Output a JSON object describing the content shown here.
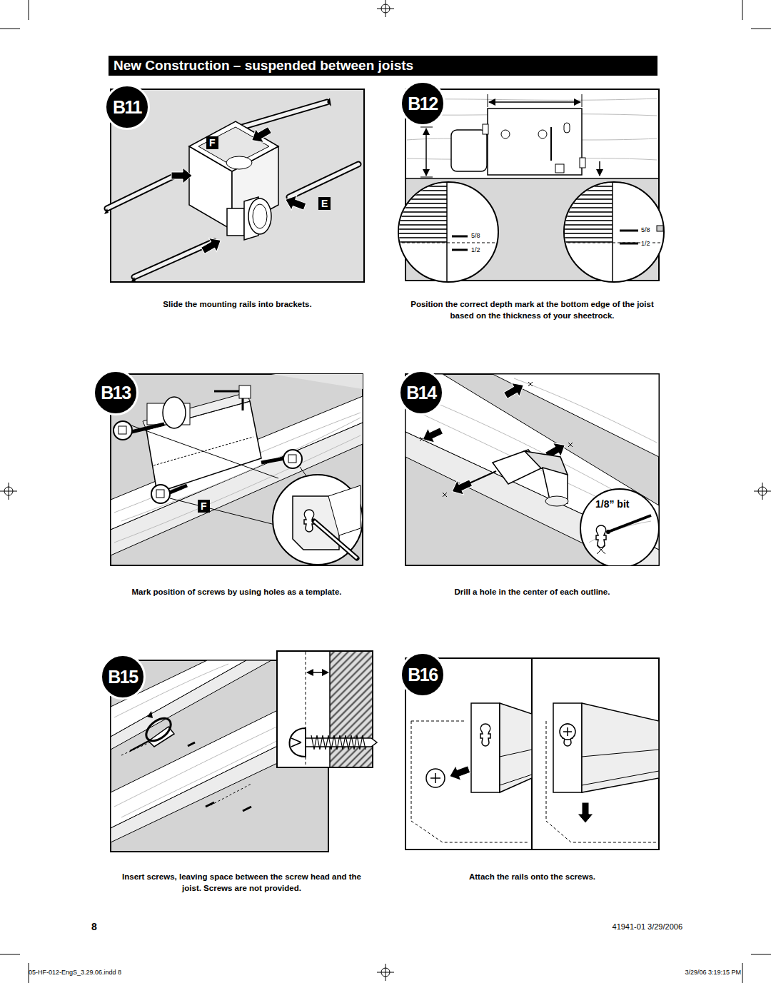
{
  "diagram": {
    "title": "New Construction – suspended between joists",
    "nodes": [
      {
        "text": [
          "B11",
          "Slide the mounting rails into brackets."
        ]
      },
      {
        "text": [
          "B12",
          "Position the correct depth mark at the bottom edge of the joist based on the thickness of your sheetrock."
        ]
      },
      {
        "text": [
          "B13",
          "Mark position of screws by using holes as a template."
        ]
      },
      {
        "text": [
          "B14",
          "Drill a hole in the center of each outline."
        ]
      },
      {
        "text": [
          "B15",
          "Insert screws, leaving space between the screw head and the joist. Screws are not provided."
        ]
      },
      {
        "text": [
          "B16",
          "Attach the rails onto the screws."
        ]
      }
    ],
    "labels": [
      "F",
      "E",
      "5/8",
      "1/2",
      "5/8",
      "1/2",
      "F",
      "1/8” bit",
      "8",
      "41941-01 3/29/2006",
      "05-HF-012-EngS_3.29.06.indd 8",
      "3/29/06 3:19:15 PM"
    ]
  }
}
